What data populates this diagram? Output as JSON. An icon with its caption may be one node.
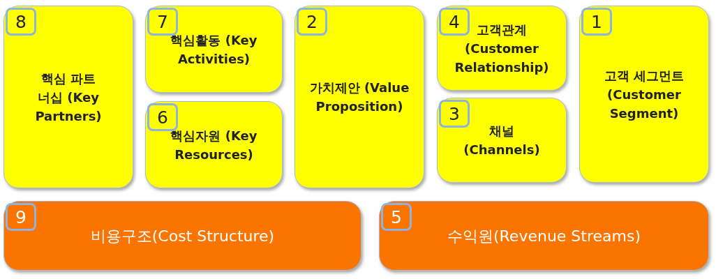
{
  "diagram": {
    "nodes": [
      {
        "text": [
          "핵심 파트너십 (Key Partners)"
        ]
      },
      {
        "text": [
          "8"
        ],
        "in": 0
      },
      {
        "text": [
          "핵심활동 (Key Activities)"
        ]
      },
      {
        "text": [
          "7"
        ],
        "in": 2
      },
      {
        "text": [
          "핵심자원 (Key Resources)"
        ]
      },
      {
        "text": [
          "6"
        ],
        "in": 4
      },
      {
        "text": [
          "가치제안 (Value Proposition)"
        ]
      },
      {
        "text": [
          "2"
        ],
        "in": 6
      },
      {
        "text": [
          "고객관계 (Customer Relationship)"
        ]
      },
      {
        "text": [
          "4"
        ],
        "in": 8
      },
      {
        "text": [
          "채널 (Channels)"
        ]
      },
      {
        "text": [
          "3"
        ],
        "in": 10
      },
      {
        "text": [
          "고객 세그먼트 (Customer Segment)"
        ]
      },
      {
        "text": [
          "1"
        ],
        "in": 12
      },
      {
        "text": [
          "비용구조(Cost Structure)"
        ]
      },
      {
        "text": [
          "9"
        ],
        "in": 14
      },
      {
        "text": [
          "수익원(Revenue Streams)"
        ]
      },
      {
        "text": [
          "5"
        ],
        "in": 16
      }
    ]
  }
}
